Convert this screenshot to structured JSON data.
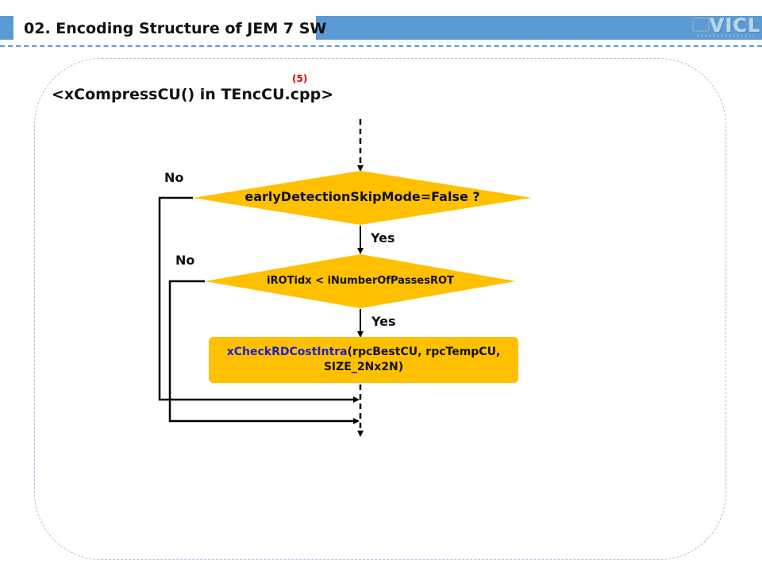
{
  "header": {
    "title": "02. Encoding Structure of JEM 7 SW",
    "logo_text": "VICL"
  },
  "slide": {
    "subtitle": "<xCompressCU() in TEncCU.cpp>",
    "ref_mark": "(5)"
  },
  "flowchart": {
    "decision1": {
      "text": "earlyDetectionSkipMode=False  ?",
      "no_label": "No",
      "yes_label": "Yes"
    },
    "decision2": {
      "text": "iROTidx < iNumberOfPassesROT",
      "no_label": "No",
      "yes_label": "Yes"
    },
    "process": {
      "function_name": "xCheckRDCostIntra",
      "args_line1": "(rpcBestCU, rpcTempCU,",
      "args_line2": "SIZE_2Nx2N)"
    }
  },
  "colors": {
    "header_blue": "#5b9bd5",
    "shape_fill": "#ffc000",
    "function_color": "#1f1fcc",
    "ref_color": "#e00000"
  }
}
